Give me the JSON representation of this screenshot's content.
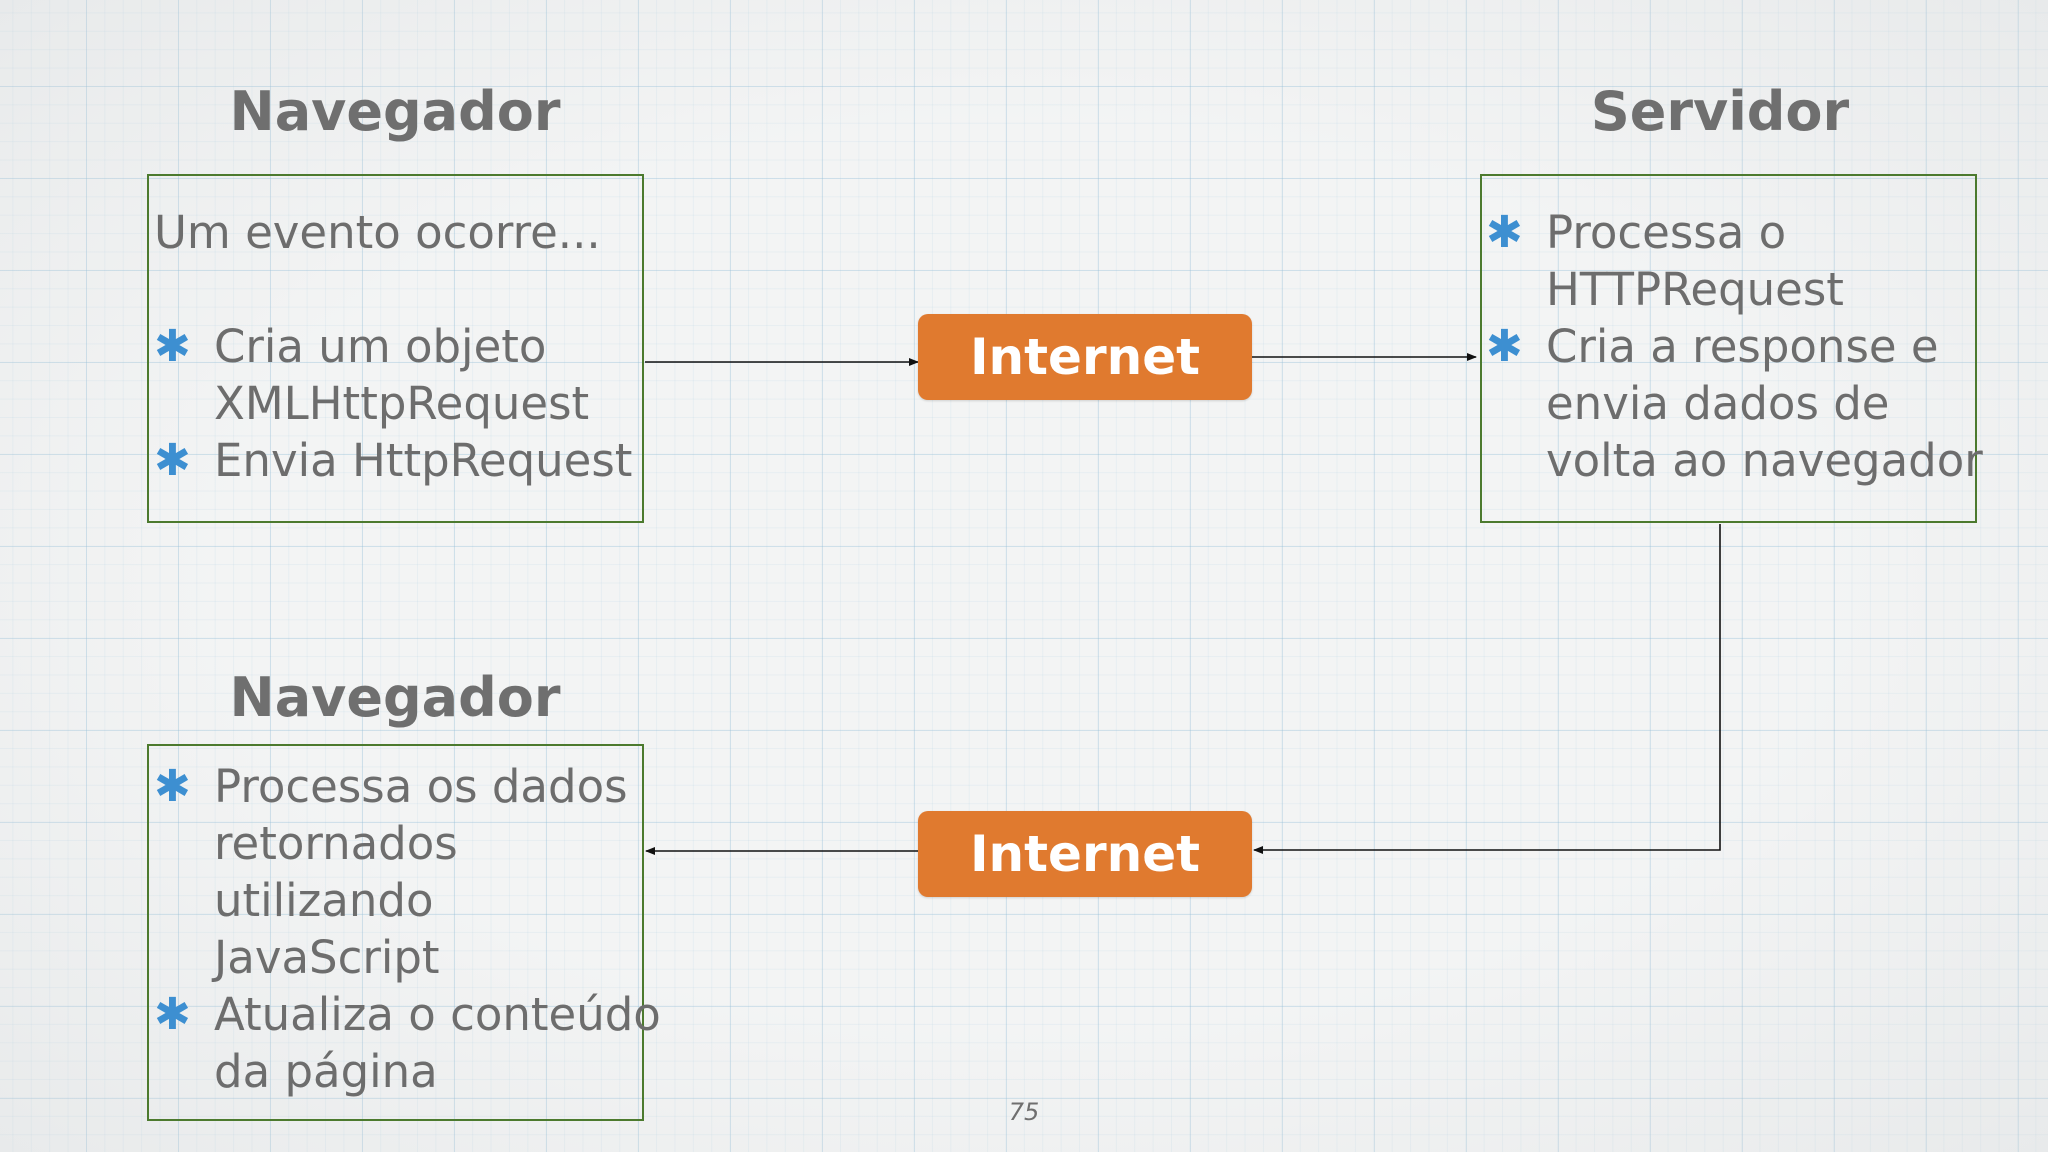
{
  "browser_top": {
    "title": "Navegador",
    "intro": "Um evento ocorre...",
    "bullets": [
      {
        "lines": "Cria um objeto\nXMLHttpRequest"
      },
      {
        "lines": "Envia HttpRequest"
      }
    ]
  },
  "server": {
    "title": "Servidor",
    "bullets": [
      {
        "lines": "Processa o\nHTTPRequest"
      },
      {
        "lines": "Cria a response e\nenvia dados de\nvolta ao navegador"
      }
    ]
  },
  "browser_bottom": {
    "title": "Navegador",
    "bullets": [
      {
        "lines": "Processa os dados\nretornados\nutilizando\nJavaScript"
      },
      {
        "lines": "Atualiza o conteúdo\nda página"
      }
    ]
  },
  "internet_top": {
    "label": "Internet"
  },
  "internet_bottom": {
    "label": "Internet"
  },
  "bullet_symbol": "✱",
  "page_number": "75",
  "colors": {
    "pill": "#e07a2f",
    "box_border": "#4c7a2e",
    "bullet": "#3d8fd1",
    "text": "#6d6d6d"
  }
}
